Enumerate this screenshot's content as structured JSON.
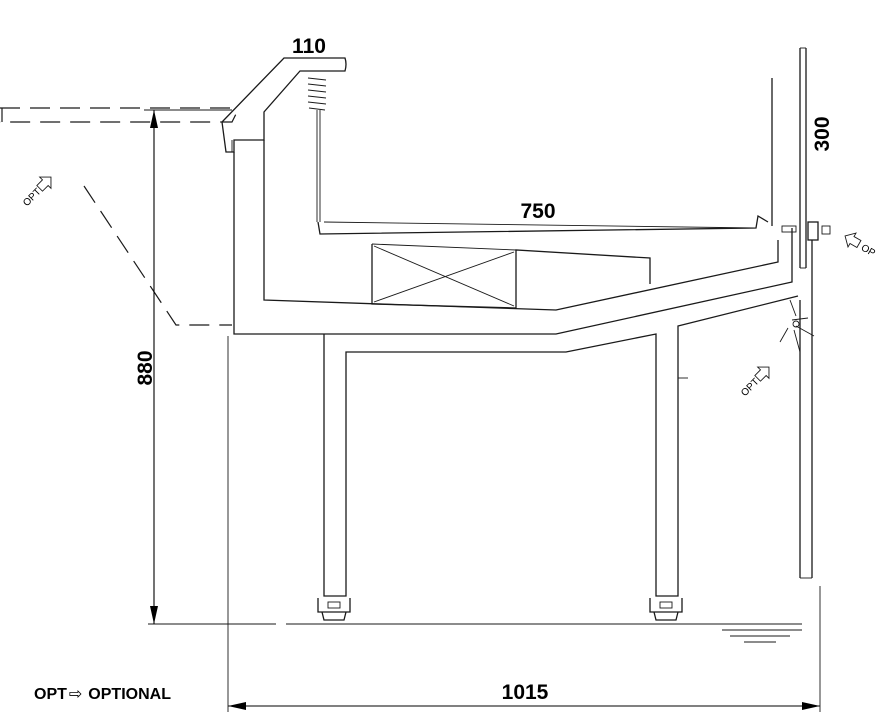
{
  "dimensions": {
    "top_width": "110",
    "depth": "750",
    "glass_height": "300",
    "total_height": "880",
    "total_width": "1015"
  },
  "options": {
    "rear_label": "OPT",
    "bottom_right_label": "OPT",
    "front_label": "OP"
  },
  "legend": {
    "abbr": "OPT",
    "arrow_icon": "⇨",
    "text": "OPTIONAL"
  }
}
